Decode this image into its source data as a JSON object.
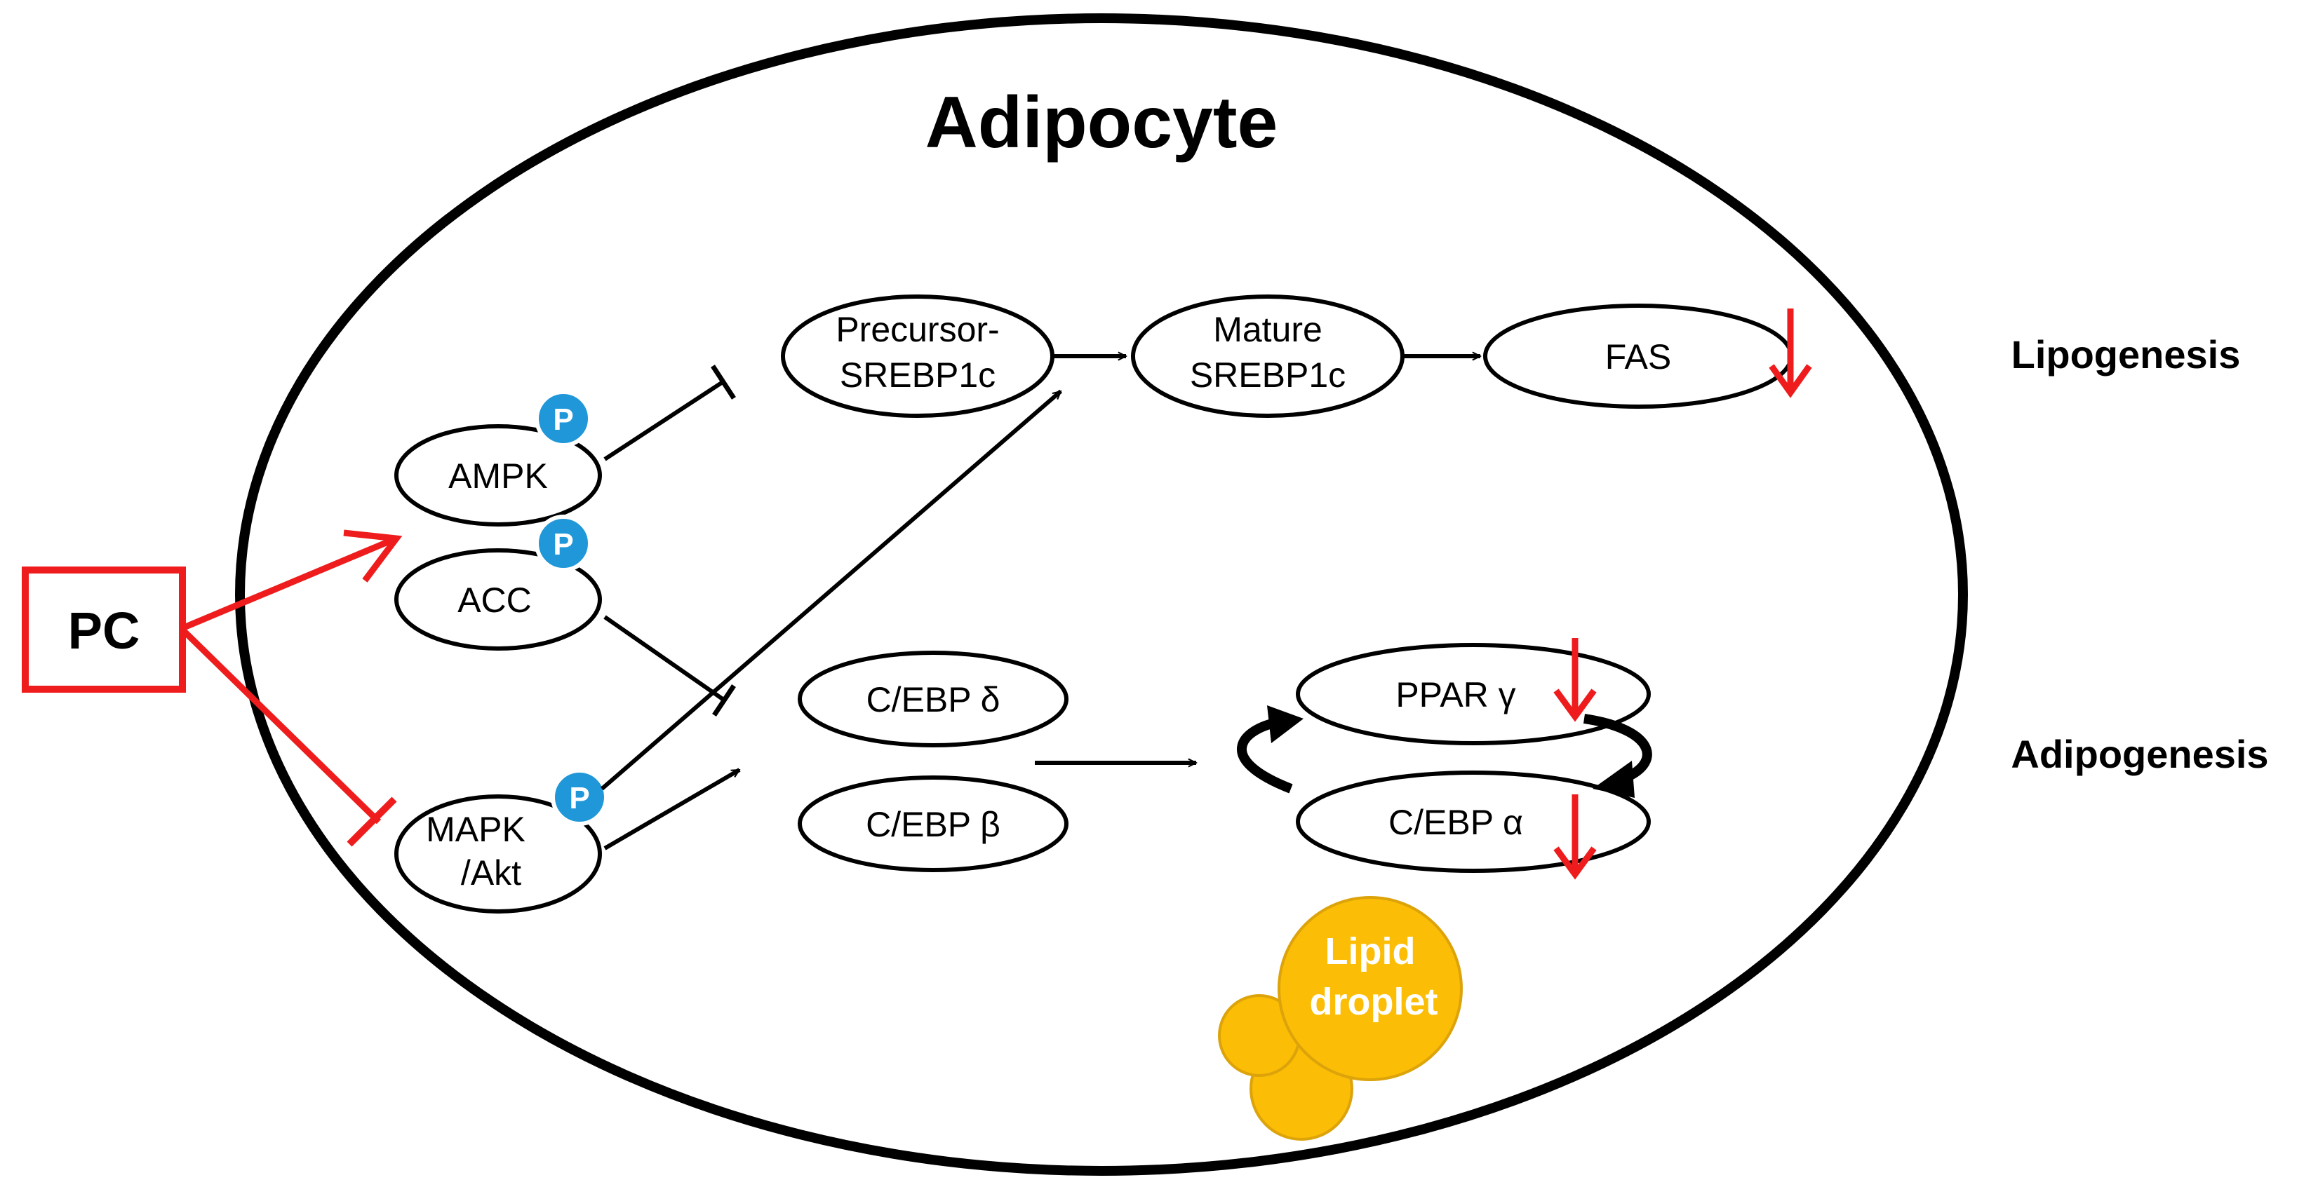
{
  "title": "Adipocyte",
  "stimulus": "PC",
  "pathways": {
    "lipogenesis": "Lipogenesis",
    "adipogenesis": "Adipogenesis"
  },
  "nodes": {
    "ampk": "AMPK",
    "acc": "ACC",
    "mapk_line1": "MAPK",
    "mapk_line2": "/Akt",
    "precursor_line1": "Precursor-",
    "precursor_line2": "SREBP1c",
    "mature_line1": "Mature",
    "mature_line2": "SREBP1c",
    "fas": "FAS",
    "cebp_delta": "C/EBP δ",
    "cebp_beta": "C/EBP β",
    "ppar_gamma": "PPAR γ",
    "cebp_alpha": "C/EBP α"
  },
  "phospho_label": "P",
  "lipid_droplet": {
    "line1": "Lipid",
    "line2": "droplet"
  },
  "colors": {
    "inhibition_red": "#ee1c1c",
    "phospho_blue": "#1f97d8",
    "lipid_yellow": "#fbbd05",
    "lipid_stroke": "#dca30a",
    "outline": "#000000"
  }
}
